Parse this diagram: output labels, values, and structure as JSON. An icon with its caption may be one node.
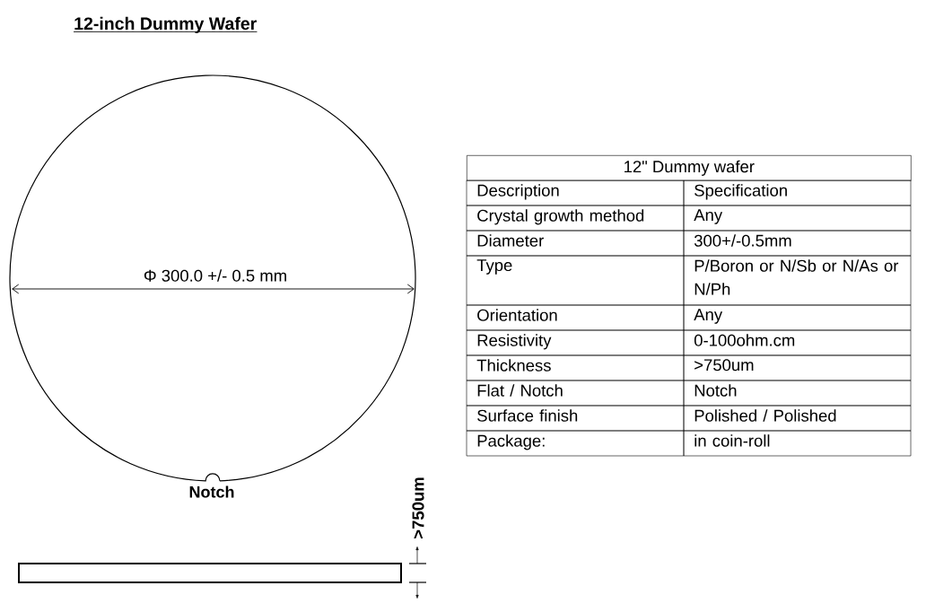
{
  "diagram": {
    "title": "12-inch Dummy Wafer",
    "labels": [
      "Φ 300.0 +/- 0.5 mm",
      "Notch",
      ">750um",
      "12\" Dummy wafer",
      "Description",
      "Specification",
      "Crystal growth method",
      "Any",
      "Diameter",
      "300+/-0.5mm",
      "Type",
      "P/Boron or N/Sb or N/As or N/Ph",
      "Orientation",
      "Any",
      "Resistivity",
      "0-100ohm.cm",
      "Thickness",
      ">750um",
      "Flat / Notch",
      "Notch",
      "Surface finish",
      "Polished / Polished",
      "Package:",
      "in coin-roll"
    ]
  }
}
